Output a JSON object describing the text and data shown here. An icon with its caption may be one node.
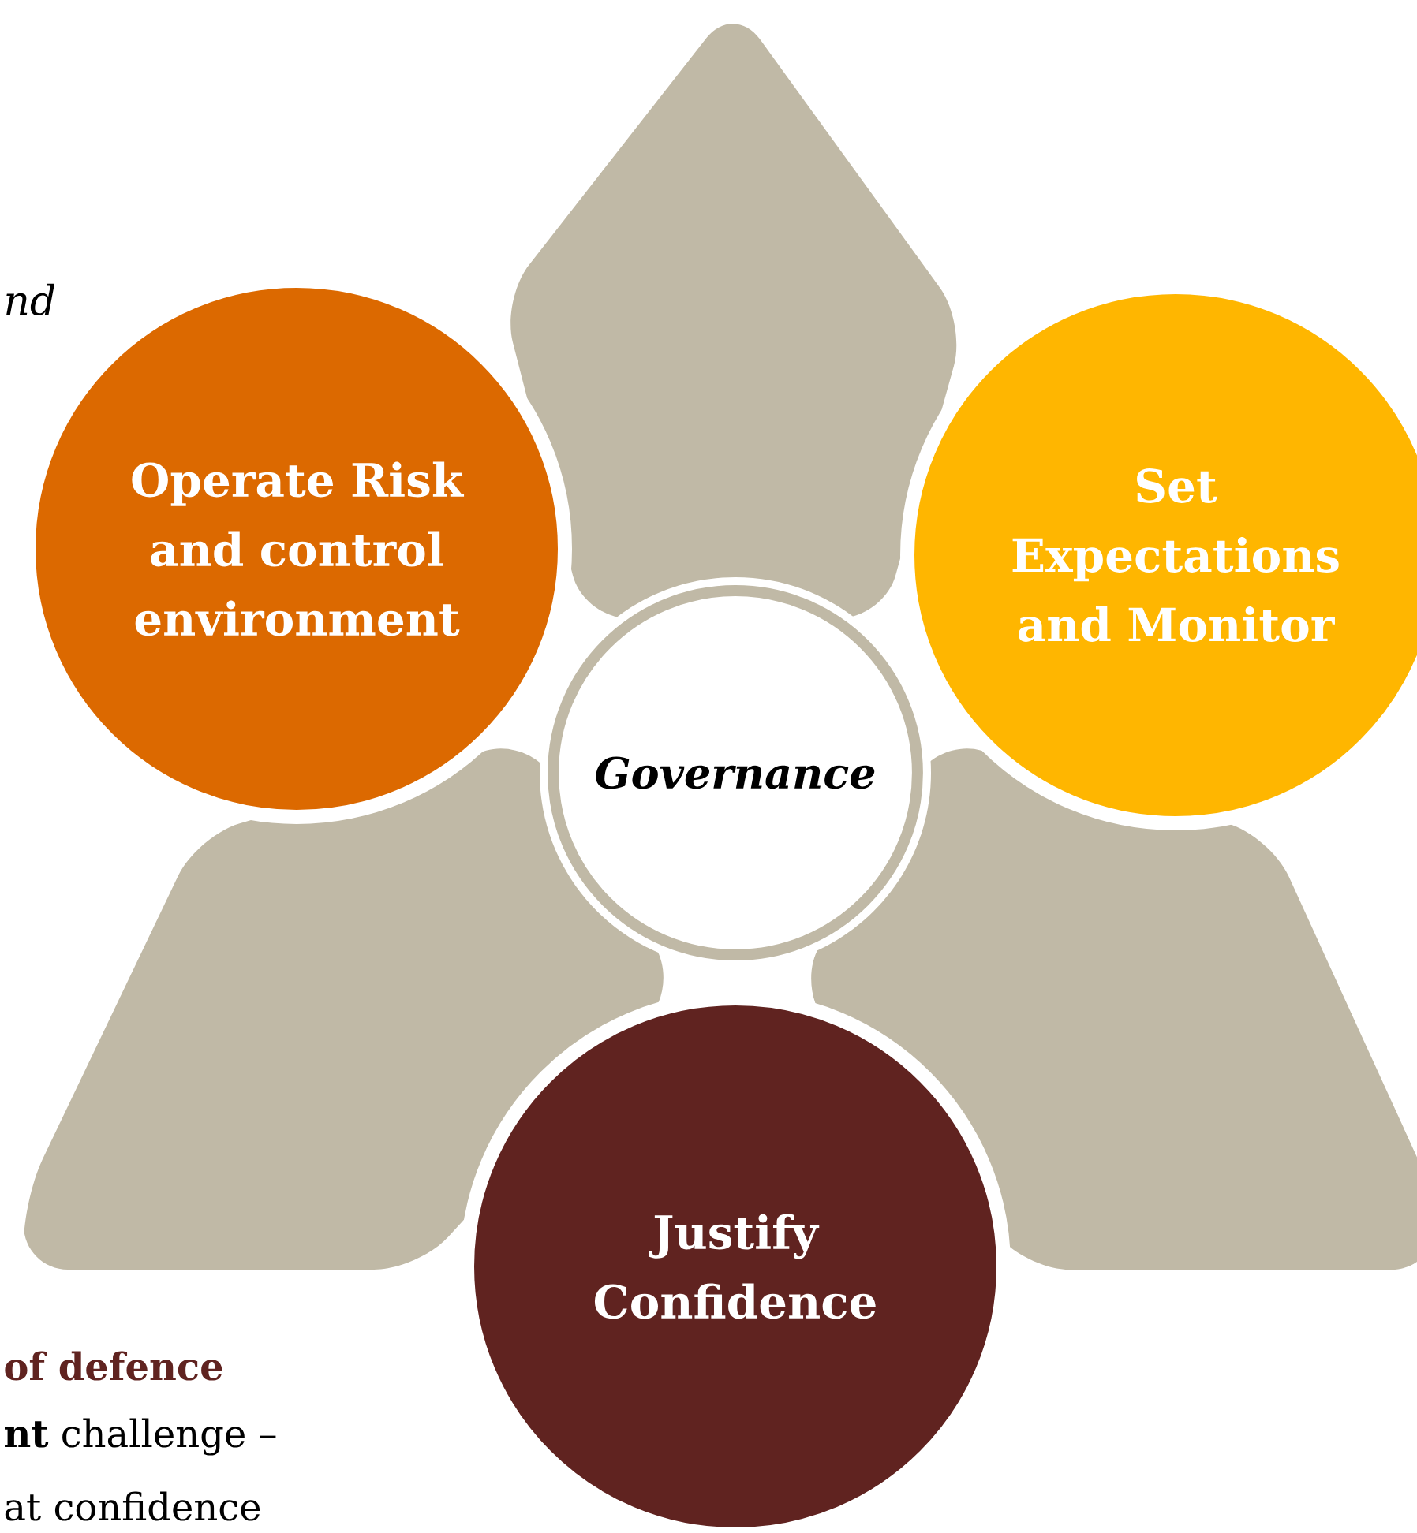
{
  "diagram": {
    "nodes": [
      {
        "text": [
          "Governance"
        ]
      },
      {
        "text": [
          "Operate Risk and control environment"
        ]
      },
      {
        "text": [
          "Set Expectations and Monitor"
        ]
      },
      {
        "text": [
          "Justify Confidence"
        ]
      }
    ],
    "labels": [
      "nd",
      "of defence",
      "**nt** challenge –",
      "at confidence"
    ]
  }
}
